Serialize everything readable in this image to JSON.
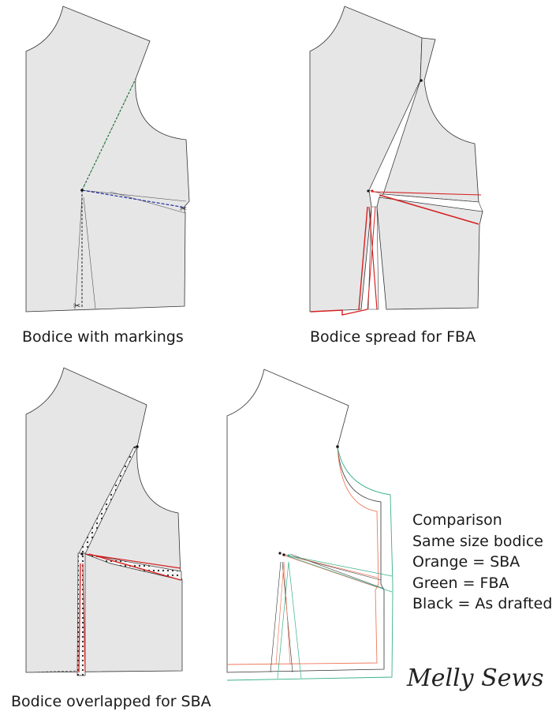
{
  "captions": {
    "panel1": "Bodice with markings",
    "panel2": "Bodice spread for FBA",
    "panel3": "Bodice overlapped for SBA"
  },
  "legend": {
    "lines": [
      "Comparison",
      "Same size bodice",
      "Orange = SBA",
      "Green = FBA",
      "Black = As drafted"
    ]
  },
  "logo": {
    "text": "Melly Sews"
  },
  "colors": {
    "fabric": "#e6e6e7",
    "outline": "#333333",
    "red": "#d62020",
    "orange": "#ef7a5c",
    "green": "#38b08a",
    "dotted_strip": "#f1f1f1",
    "marking_green": "#2f8f4a",
    "marking_blue": "#1f2fa0"
  }
}
